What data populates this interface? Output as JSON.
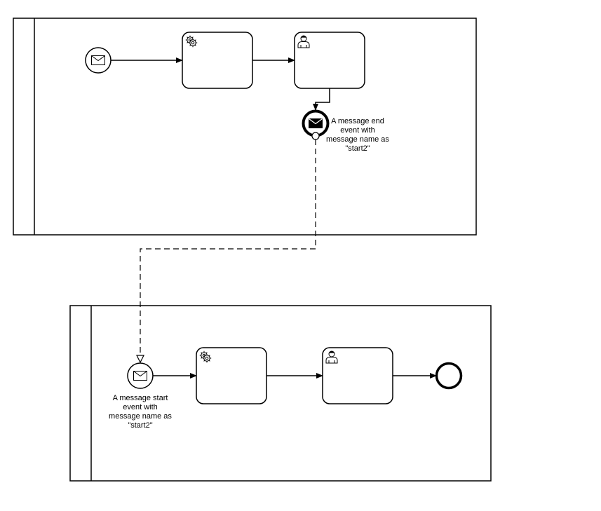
{
  "diagram": {
    "type": "bpmn-collaboration",
    "colors": {
      "stroke": "#000000",
      "fill": "#ffffff"
    },
    "pools": [
      {
        "id": "pool-1",
        "label": "",
        "nodes": [
          {
            "id": "start-1",
            "kind": "message-start-event",
            "icon": "envelope-icon",
            "label": ""
          },
          {
            "id": "task-1a",
            "kind": "service-task",
            "icon": "gear-icon",
            "label": ""
          },
          {
            "id": "task-1b",
            "kind": "user-task",
            "icon": "user-icon",
            "label": ""
          },
          {
            "id": "end-1",
            "kind": "message-end-event",
            "icon": "filled-envelope-icon"
          }
        ],
        "flows": [
          {
            "from": "start-1",
            "to": "task-1a"
          },
          {
            "from": "task-1a",
            "to": "task-1b"
          },
          {
            "from": "task-1b",
            "to": "end-1"
          }
        ]
      },
      {
        "id": "pool-2",
        "label": "",
        "nodes": [
          {
            "id": "start-2",
            "kind": "message-start-event",
            "icon": "envelope-icon"
          },
          {
            "id": "task-2a",
            "kind": "service-task",
            "icon": "gear-icon",
            "label": ""
          },
          {
            "id": "task-2b",
            "kind": "user-task",
            "icon": "user-icon",
            "label": ""
          },
          {
            "id": "end-2",
            "kind": "end-event",
            "label": ""
          }
        ],
        "flows": [
          {
            "from": "start-2",
            "to": "task-2a"
          },
          {
            "from": "task-2a",
            "to": "task-2b"
          },
          {
            "from": "task-2b",
            "to": "end-2"
          }
        ]
      }
    ],
    "message_flows": [
      {
        "from": "end-1",
        "to": "start-2"
      }
    ],
    "end_label": {
      "line1": "A message end",
      "line2": "event with",
      "line3": "message name as",
      "line4": "\"start2\""
    },
    "start_label": {
      "line1": "A message start",
      "line2": "event with",
      "line3": "message name as",
      "line4": "\"start2\""
    }
  }
}
